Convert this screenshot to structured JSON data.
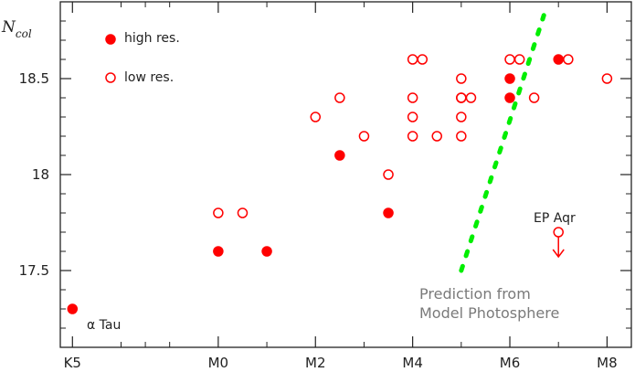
{
  "chart_data": {
    "type": "scatter",
    "ylabel": "N",
    "ylabel_sub": "col",
    "xlim": [
      -0.5,
      23
    ],
    "ylim": [
      17.1,
      18.9
    ],
    "x_ticks": [
      {
        "pos": 0,
        "label": "K5"
      },
      {
        "pos": 6,
        "label": "M0"
      },
      {
        "pos": 10,
        "label": "M2"
      },
      {
        "pos": 14,
        "label": "M4"
      },
      {
        "pos": 18,
        "label": "M6"
      },
      {
        "pos": 22,
        "label": "M8"
      }
    ],
    "x_minor_ticks": [
      2,
      3,
      4,
      8,
      12,
      16,
      20
    ],
    "y_ticks": [
      17.5,
      18,
      18.5
    ],
    "y_tick_labels": [
      "17.5",
      "18",
      "18.5"
    ],
    "y_minor_step": 0.1,
    "colors": {
      "points": "#ff0000",
      "prediction": "#00ee00",
      "axes": "#222222"
    },
    "legend": {
      "placement": "top-left",
      "high_label": "high res.",
      "low_label": "low res."
    },
    "series": [
      {
        "name": "high res.",
        "marker": "filled-circle",
        "x": [
          0,
          6,
          8,
          11,
          13,
          18,
          18,
          20
        ],
        "y": [
          17.3,
          17.6,
          17.6,
          18.1,
          17.8,
          18.5,
          18.4,
          18.6
        ]
      },
      {
        "name": "low res.",
        "marker": "open-circle",
        "x": [
          6,
          7,
          10,
          11,
          12,
          13,
          14,
          14,
          14,
          14,
          14.4,
          15,
          16,
          16,
          16,
          16,
          16,
          16.4,
          18,
          18.4,
          19,
          20.4,
          22
        ],
        "y": [
          17.8,
          17.8,
          18.3,
          18.4,
          18.2,
          18.0,
          18.6,
          18.4,
          18.3,
          18.2,
          18.6,
          18.2,
          18.5,
          18.4,
          18.3,
          18.2,
          18.4,
          18.4,
          18.6,
          18.6,
          18.4,
          18.6,
          18.5
        ]
      }
    ],
    "upper_limit": {
      "label": "EP Aqr",
      "x": 20,
      "y": 17.7
    },
    "annotation": {
      "label": "α Tau",
      "x": 0,
      "y": 17.3
    },
    "prediction": {
      "label_line1": "Prediction from",
      "label_line2": "Model Photosphere",
      "x": [
        16,
        19.4
      ],
      "y": [
        17.5,
        18.83
      ]
    }
  }
}
